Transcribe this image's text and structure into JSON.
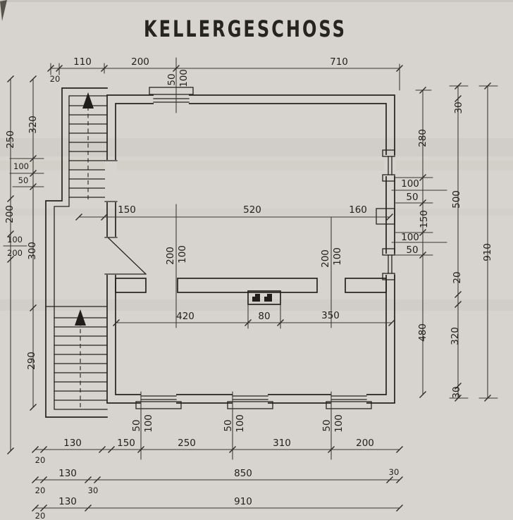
{
  "title": "KELLERGESCHOSS",
  "dims": {
    "top_chain": [
      "20",
      "110",
      "200",
      "710"
    ],
    "top_window": [
      "50",
      "100"
    ],
    "left_outer": [
      "250",
      "200",
      "100",
      "200"
    ],
    "left_inner": [
      "320",
      "100",
      "50",
      "300",
      "290"
    ],
    "right_inner": [
      "280",
      "100",
      "50",
      "150",
      "100",
      "50",
      "480"
    ],
    "right_middle": [
      "30",
      "500",
      "20",
      "320",
      "30"
    ],
    "right_outer": [
      "910"
    ],
    "interior_row": [
      "150",
      "520",
      "160"
    ],
    "door_left": [
      "200",
      "100"
    ],
    "door_right": [
      "200",
      "100"
    ],
    "interior_bottom": [
      "420",
      "80",
      "350"
    ],
    "bottom_windows": [
      [
        "50",
        "100"
      ],
      [
        "50",
        "100"
      ],
      [
        "50",
        "100"
      ]
    ],
    "bottom_row1": [
      "20",
      "130",
      "150",
      "250",
      "310",
      "200"
    ],
    "bottom_row2": [
      "20",
      "130",
      "30",
      "850",
      "30"
    ],
    "bottom_row3": [
      "20",
      "130",
      "910"
    ]
  }
}
